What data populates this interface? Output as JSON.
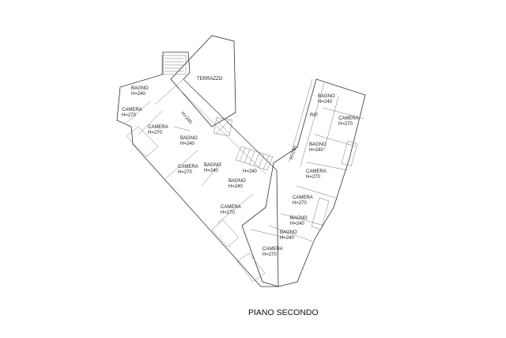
{
  "plan": {
    "title": "PIANO SECONDO",
    "terrace": "TERRAZZO",
    "rooms": [
      {
        "name": "BAGNO",
        "height": "H=240"
      },
      {
        "name": "CAMERA",
        "height": "H=270"
      },
      {
        "name": "CAMERA",
        "height": "H=270"
      },
      {
        "name": "BAGNO",
        "height": "H=240"
      },
      {
        "name": "CAMERA",
        "height": "H=270"
      },
      {
        "name": "BAGNO",
        "height": "H=240"
      },
      {
        "name": "BAGNO",
        "height": "H=240"
      },
      {
        "name": "CAMERA",
        "height": "H=270"
      },
      {
        "name": "BAGNO",
        "height": "H=240"
      },
      {
        "name": "CAMERA",
        "height": "H=270"
      },
      {
        "name": "BAGNO",
        "height": "H=240"
      },
      {
        "name": "CAMERA",
        "height": "H=270"
      },
      {
        "name": "CAMERA",
        "height": "H=270"
      },
      {
        "name": "BAGNO",
        "height": "H=240"
      },
      {
        "name": "BAGNO",
        "height": "H=240"
      },
      {
        "name": "CAMERA",
        "height": "H=270"
      }
    ],
    "rip": "RIP",
    "corridors": [
      "H=240",
      "H=240",
      "H=240"
    ]
  }
}
